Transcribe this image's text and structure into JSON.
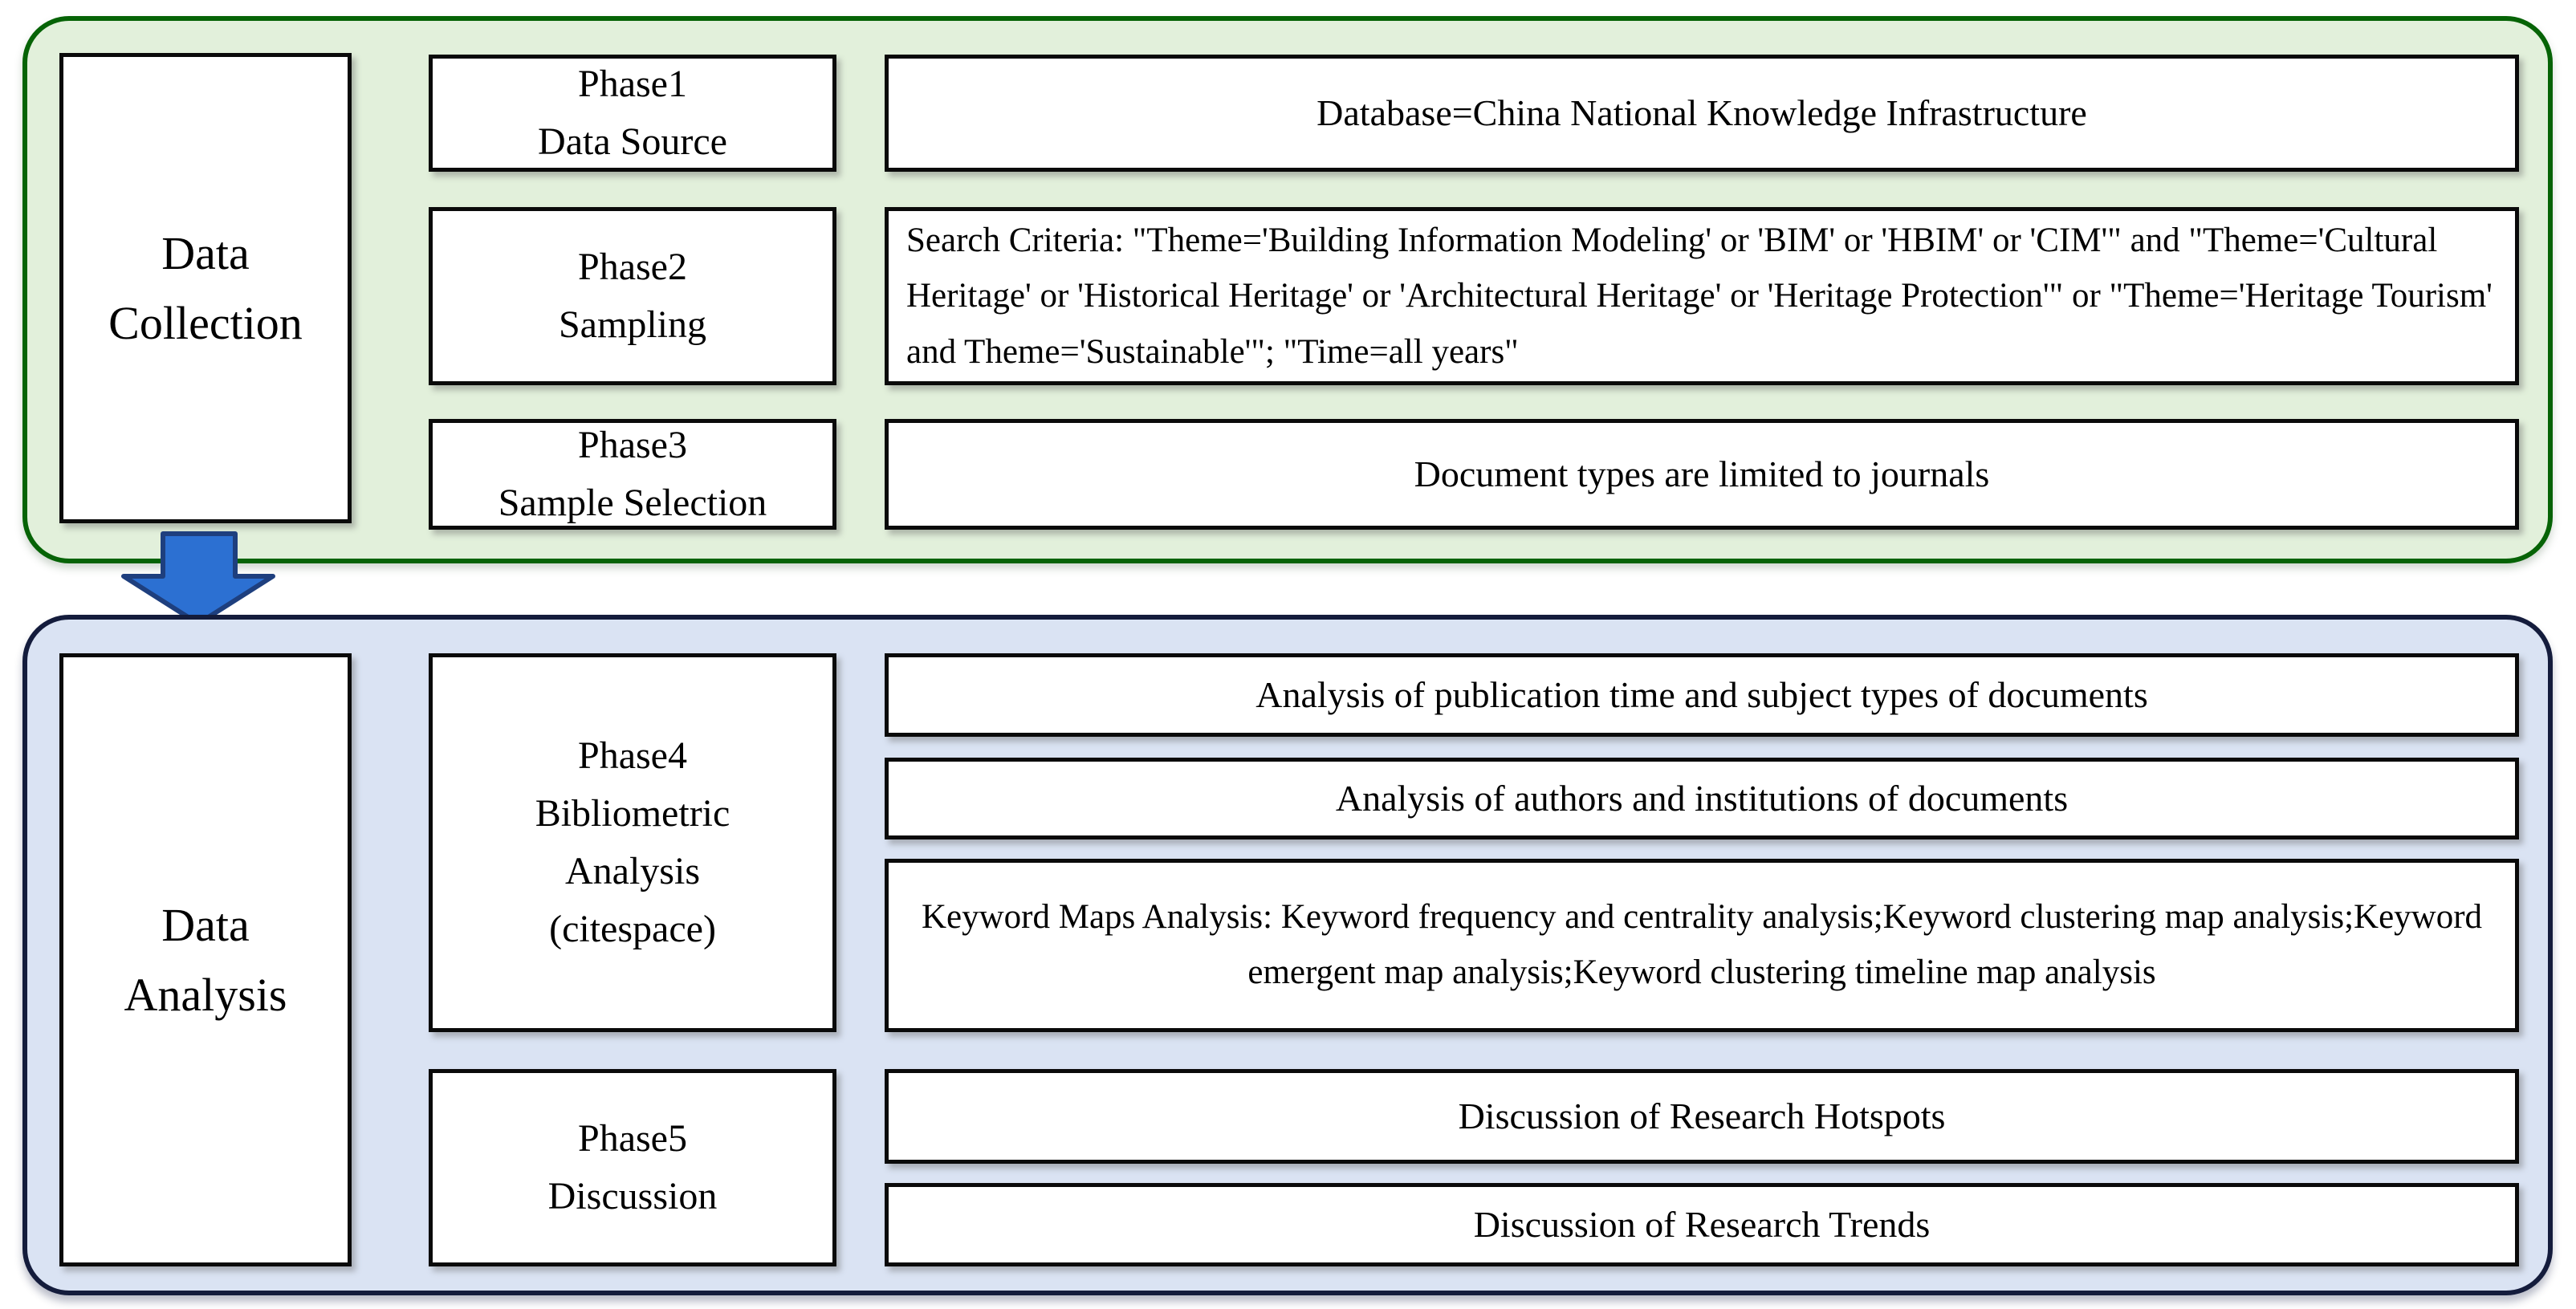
{
  "collection": {
    "side_label": "Data\nCollection",
    "rows": [
      {
        "phase": "Phase1\nData Source",
        "content": "Database=China National Knowledge Infrastructure"
      },
      {
        "phase": "Phase2\nSampling",
        "content": "Search Criteria:  \"Theme='Building Information Modeling' or 'BIM' or 'HBIM' or 'CIM'\" and \"Theme='Cultural Heritage' or 'Historical Heritage' or 'Architectural Heritage' or 'Heritage Protection'\" or \"Theme='Heritage Tourism' and Theme='Sustainable'\";  \"Time=all years\""
      },
      {
        "phase": "Phase3\nSample Selection",
        "content": "Document types are limited to journals"
      }
    ]
  },
  "analysis": {
    "side_label": "Data\nAnalysis",
    "phase4": {
      "label": "Phase4\nBibliometric\nAnalysis\n(citespace)",
      "outputs": [
        "Analysis of publication time and subject types of documents",
        "Analysis of authors and institutions of documents",
        "Keyword Maps Analysis:  Keyword frequency and centrality analysis;Keyword clustering map analysis;Keyword emergent map analysis;Keyword clustering timeline map analysis"
      ]
    },
    "phase5": {
      "label": "Phase5\nDiscussion",
      "outputs": [
        "Discussion of Research Hotspots",
        "Discussion of Research Trends"
      ]
    }
  },
  "arrow": {
    "meaning": "flow from Data Collection to Data Analysis"
  },
  "colors": {
    "green_panel_bg": "#E2F0DB",
    "green_panel_border": "#066306",
    "blue_panel_bg": "#DAE3F3",
    "blue_panel_border": "#141C3C",
    "box_bg": "#FFFFFF",
    "box_border": "#0A0A0A",
    "arrow_fill": "#2C70D2",
    "arrow_stroke": "#1E3F7E",
    "text": "#000000"
  }
}
